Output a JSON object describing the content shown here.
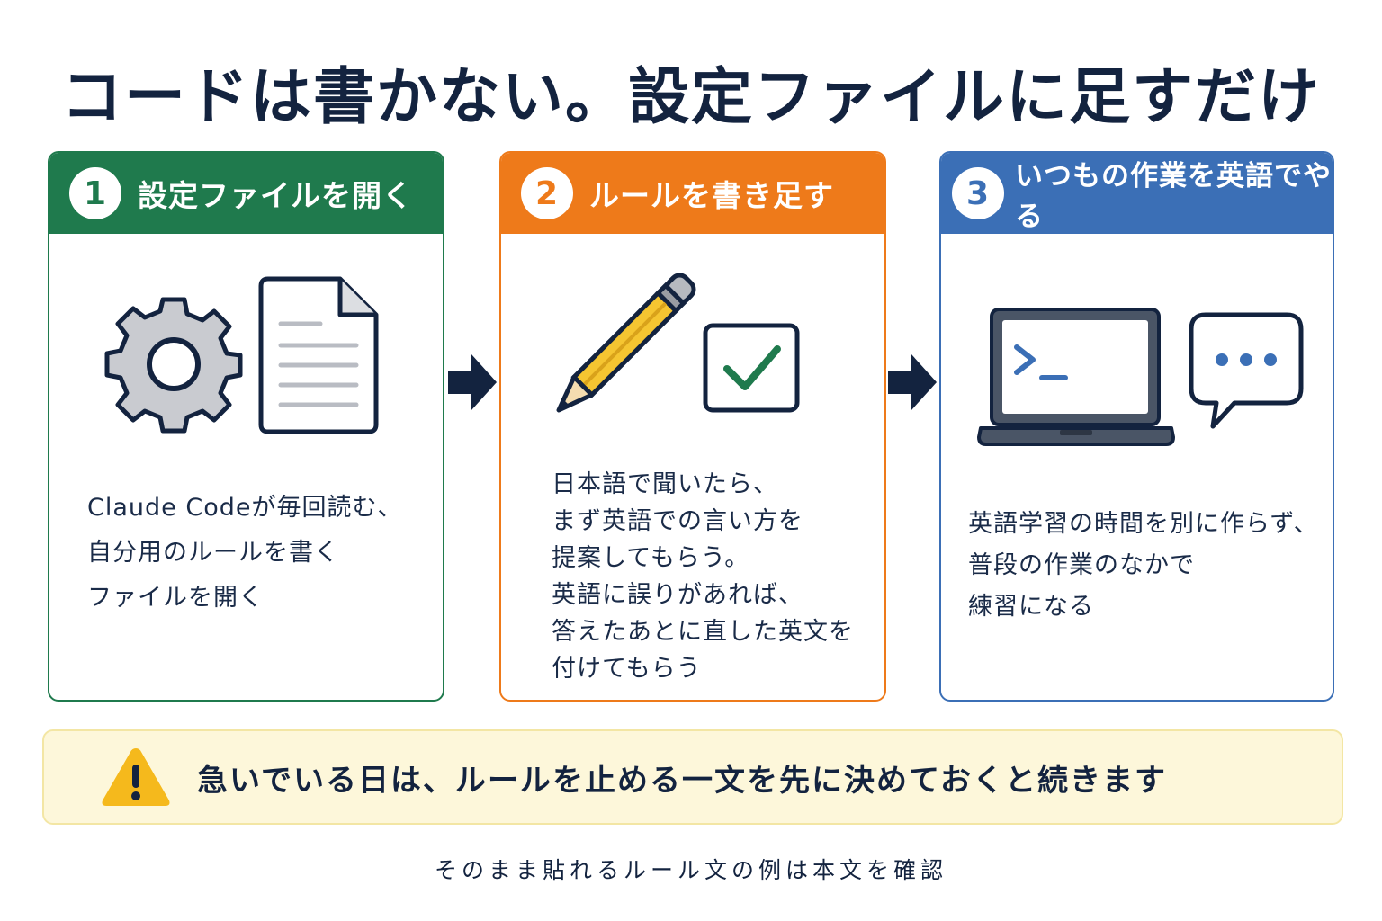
{
  "title": "コードは書かない。設定ファイルに足すだけ",
  "colors": {
    "navy": "#13233f",
    "step1": "#1f7a4d",
    "step2": "#ee7a1a",
    "step3": "#3b6fb6",
    "warning_bg": "#fdf7da",
    "warning_icon": "#f5b91c"
  },
  "steps": [
    {
      "number": "1",
      "title": "設定ファイルを開く",
      "icons": [
        "gear-icon",
        "document-icon"
      ],
      "lines": [
        "Claude Codeが毎回読む、",
        "自分用のルールを書く",
        "ファイルを開く"
      ]
    },
    {
      "number": "2",
      "title": "ルールを書き足す",
      "icons": [
        "pencil-icon",
        "checkbox-icon"
      ],
      "lines": [
        "日本語で聞いたら、",
        "まず英語での言い方を",
        "提案してもらう。",
        "英語に誤りがあれば、",
        "答えたあとに直した英文を",
        "付けてもらう"
      ]
    },
    {
      "number": "3",
      "title": "いつもの作業を英語でやる",
      "icons": [
        "laptop-terminal-icon",
        "chat-bubble-icon"
      ],
      "lines": [
        "英語学習の時間を別に作らず、",
        "普段の作業のなかで",
        "練習になる"
      ]
    }
  ],
  "warning": {
    "icon": "warning-icon",
    "text": "急いでいる日は、ルールを止める一文を先に決めておくと続きます"
  },
  "footer": "そのまま貼れるルール文の例は本文を確認"
}
